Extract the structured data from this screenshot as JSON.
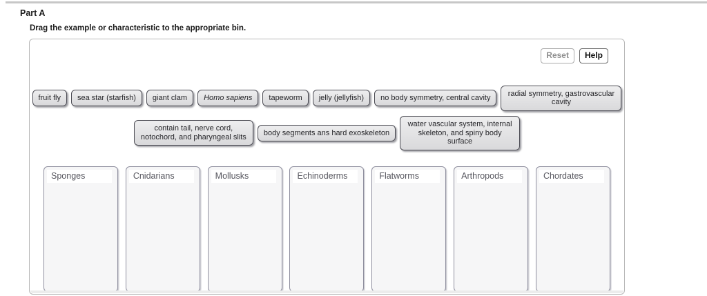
{
  "page": {
    "part_label": "Part A",
    "instruction": "Drag the example or characteristic to the appropriate bin."
  },
  "toolbar": {
    "reset_label": "Reset",
    "help_label": "Help"
  },
  "chip_rows": [
    {
      "chips": [
        {
          "label": "fruit fly"
        },
        {
          "label": "sea star (starfish)"
        },
        {
          "label": "giant clam"
        },
        {
          "label": "Homo sapiens",
          "italic": true
        },
        {
          "label": "tapeworm"
        },
        {
          "label": "jelly (jellyfish)"
        },
        {
          "label": "no body symmetry, central cavity"
        },
        {
          "label": "radial symmetry, gastrovascular cavity",
          "w": 175
        }
      ]
    },
    {
      "chips": [
        {
          "label": "contain tail, nerve cord, notochord, and pharyngeal slits",
          "w": 173
        },
        {
          "label": "body segments ans hard exoskeleton"
        },
        {
          "label": "water vascular system, internal skeleton, and spiny body surface",
          "w": 174
        }
      ]
    }
  ],
  "bins": [
    {
      "label": "Sponges"
    },
    {
      "label": "Cnidarians"
    },
    {
      "label": "Mollusks"
    },
    {
      "label": "Echinoderms"
    },
    {
      "label": "Flatworms"
    },
    {
      "label": "Arthropods"
    },
    {
      "label": "Chordates"
    }
  ],
  "colors": {
    "chip_bg": "#e4e4e6",
    "chip_border": "#4c4c54",
    "bin_bg": "#f6f6f7",
    "bin_border": "#8e8e9e",
    "panel_border": "#b8b8b8",
    "divider": "#c7c7c7"
  }
}
